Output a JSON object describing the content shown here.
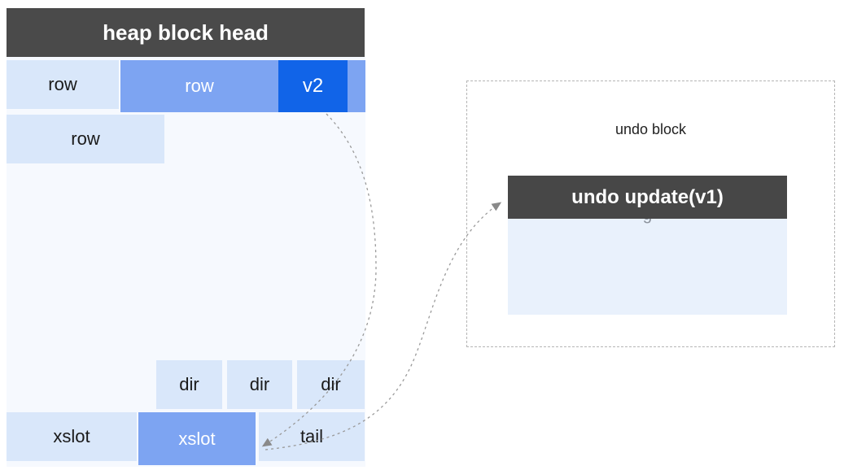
{
  "colors": {
    "header_bg": "#4a4a4a",
    "undo_header_bg": "#474747",
    "cell_light": "#d9e7fa",
    "cell_medium": "#7da4f2",
    "cell_strong": "#1164e8",
    "container_bg": "#f6f9fe",
    "undo_body_bg": "#e9f1fc",
    "arrow": "#909090",
    "dashed_border": "#b5b5b5",
    "text_dark": "#1a1a1a",
    "text_white": "#ffffff",
    "hidden_text": "#8b929c"
  },
  "heap_block": {
    "title": "heap block head",
    "row1": {
      "cells": [
        {
          "label": "row",
          "variant": "light"
        },
        {
          "label": "row",
          "variant": "medium"
        },
        {
          "label": "v2",
          "variant": "strong"
        }
      ]
    },
    "row2": {
      "label": "row"
    },
    "dir_cells": [
      "dir",
      "dir",
      "dir"
    ],
    "bottom_row": [
      {
        "label": "xslot",
        "variant": "light"
      },
      {
        "label": "xslot",
        "variant": "medium"
      },
      {
        "label": "tail",
        "variant": "light"
      }
    ]
  },
  "undo_block": {
    "label": "undo block",
    "header": "undo update(v1)",
    "hidden_text_fragment": "g"
  },
  "arrows": [
    {
      "from": "v2-cell",
      "to": "xslot-medium-cell",
      "style": "dashed"
    },
    {
      "from": "xslot-medium-cell",
      "to": "undo-update-header",
      "style": "dashed"
    }
  ]
}
